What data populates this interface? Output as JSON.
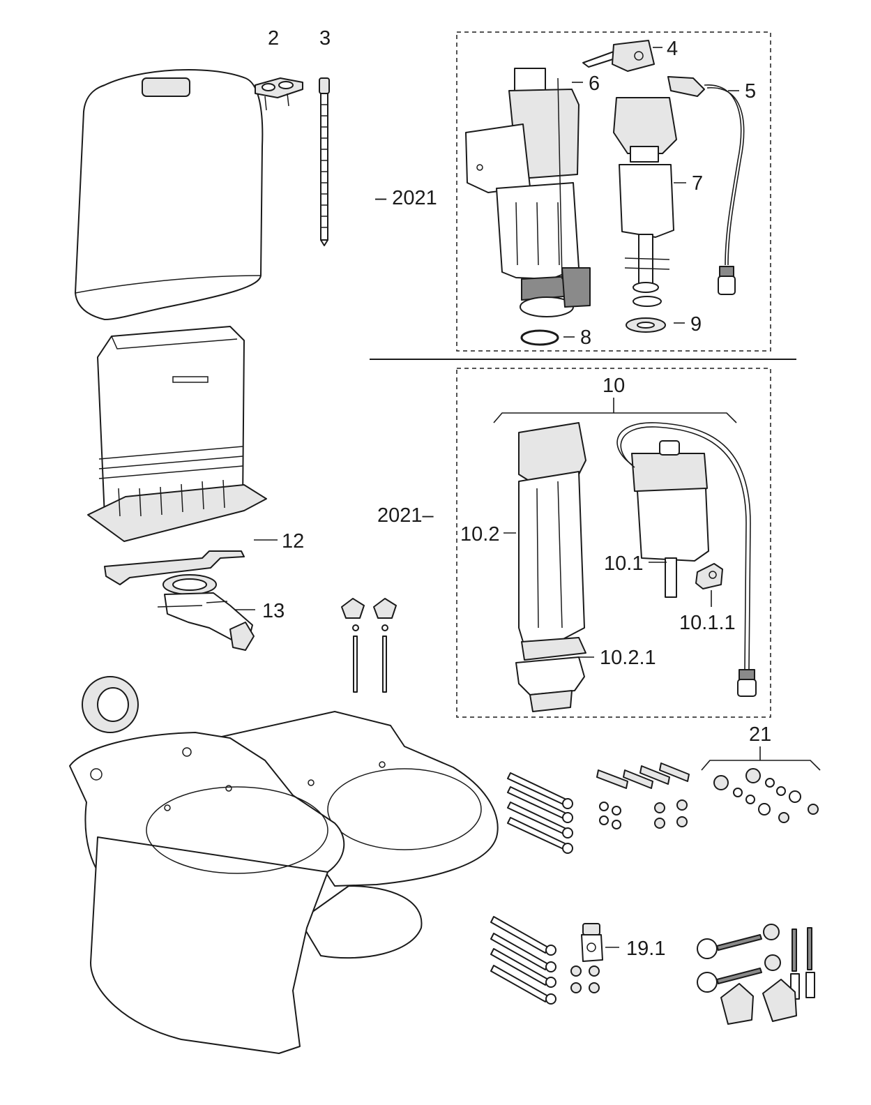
{
  "callouts": {
    "c2": "2",
    "c3": "3",
    "c4": "4",
    "c5": "5",
    "c6": "6",
    "c7": "7",
    "c8": "8",
    "c9": "9",
    "c10": "10",
    "c10_1": "10.1",
    "c10_1_1": "10.1.1",
    "c10_2": "10.2",
    "c10_2_1": "10.2.1",
    "c12": "12",
    "c13": "13",
    "c19_1": "19.1",
    "c21": "21"
  },
  "years": {
    "before": "– 2021",
    "after": "2021–"
  },
  "colors": {
    "line": "#1a1a1a",
    "shade_light": "#e6e6e6",
    "shade_dark": "#8a8a8a",
    "background": "#ffffff"
  }
}
